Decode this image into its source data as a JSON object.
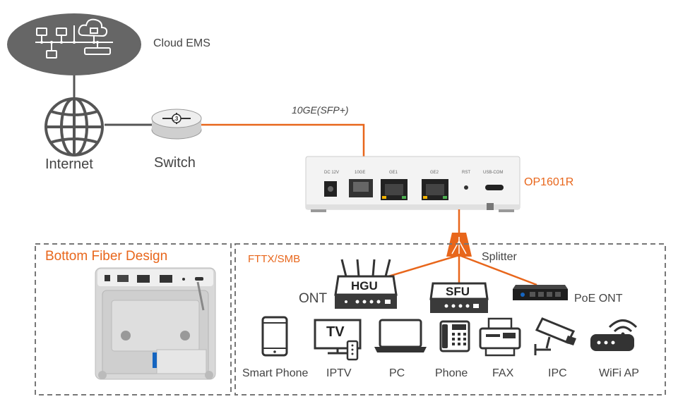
{
  "cloud": {
    "label": "Cloud EMS"
  },
  "internet": {
    "label": "Internet"
  },
  "switch": {
    "label": "Switch",
    "badge": "L3"
  },
  "uplink": {
    "label": "10GE(SFP+)"
  },
  "olt": {
    "model": "OP1601R",
    "ports": [
      "DC 12V",
      "10GE",
      "GE1",
      "GE2",
      "RST",
      "USB-COM"
    ]
  },
  "bottom_panel": {
    "title": "Bottom Fiber Design"
  },
  "fttx_panel": {
    "title": "FTTX/SMB"
  },
  "splitter": {
    "label": "Splitter"
  },
  "onts": {
    "ont_label": "ONT",
    "hgu": "HGU",
    "sfu": "SFU",
    "poe": "PoE ONT"
  },
  "endpoints": [
    "Smart Phone",
    "IPTV",
    "PC",
    "Phone",
    "FAX",
    "IPC",
    "WiFi AP"
  ],
  "tv_text": "TV",
  "colors": {
    "accent": "#e8661b",
    "line_gray": "#555555",
    "dash": "#777777",
    "cloud": "#666666"
  }
}
